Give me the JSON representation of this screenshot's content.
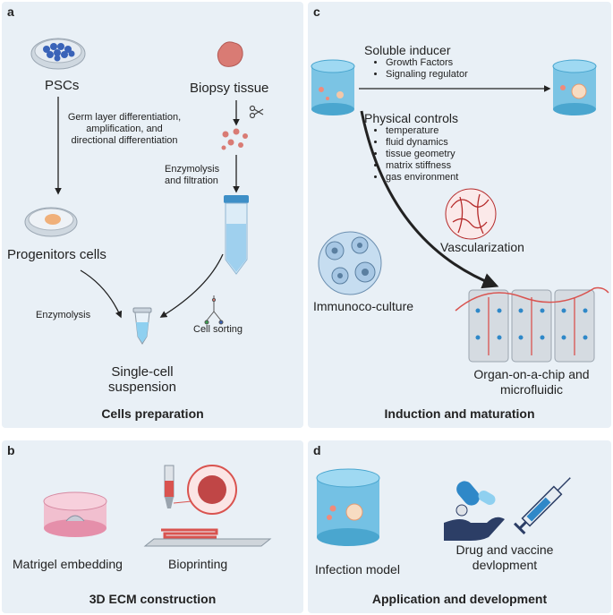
{
  "panel_a": {
    "label": "a",
    "title": "Cells preparation",
    "pscs": "PSCs",
    "germ_step": [
      "Germ layer differentiation,",
      "amplification, and",
      "directional differentiation"
    ],
    "progenitors": "Progenitors cells",
    "biopsy": "Biopsy tissue",
    "enzymolysis_filtration": [
      "Enzymolysis",
      "and filtration"
    ],
    "enzymolysis": "Enzymolysis",
    "cell_sorting": "Cell sorting",
    "suspension": [
      "Single-cell",
      "suspension"
    ]
  },
  "panel_b": {
    "label": "b",
    "title": "3D ECM construction",
    "matrigel": "Matrigel embedding",
    "bioprinting": "Bioprinting"
  },
  "panel_c": {
    "label": "c",
    "title": "Induction and maturation",
    "soluble_inducer": "Soluble inducer",
    "soluble_items": [
      "Growth Factors",
      "Signaling regulator"
    ],
    "physical_controls": "Physical controls",
    "physical_items": [
      "temperature",
      "fluid dynamics",
      "tissue geometry",
      "matrix stiffness",
      "gas environment"
    ],
    "vascularization": "Vascularization",
    "immunoco": "Immunoco-culture",
    "organ_chip": [
      "Organ-on-a-chip and",
      "microfluidic"
    ]
  },
  "panel_d": {
    "label": "d",
    "title": "Application and development",
    "infection": "Infection model",
    "drug": [
      "Drug and vaccine",
      "devlopment"
    ]
  },
  "colors": {
    "panel_bg": "#e9f0f6",
    "dish_blue": "#3a63b8",
    "tissue_pink": "#d97b74",
    "cylinder": "#5fb9e0",
    "chip_red": "#d9534f",
    "hand_navy": "#2c3e66"
  }
}
